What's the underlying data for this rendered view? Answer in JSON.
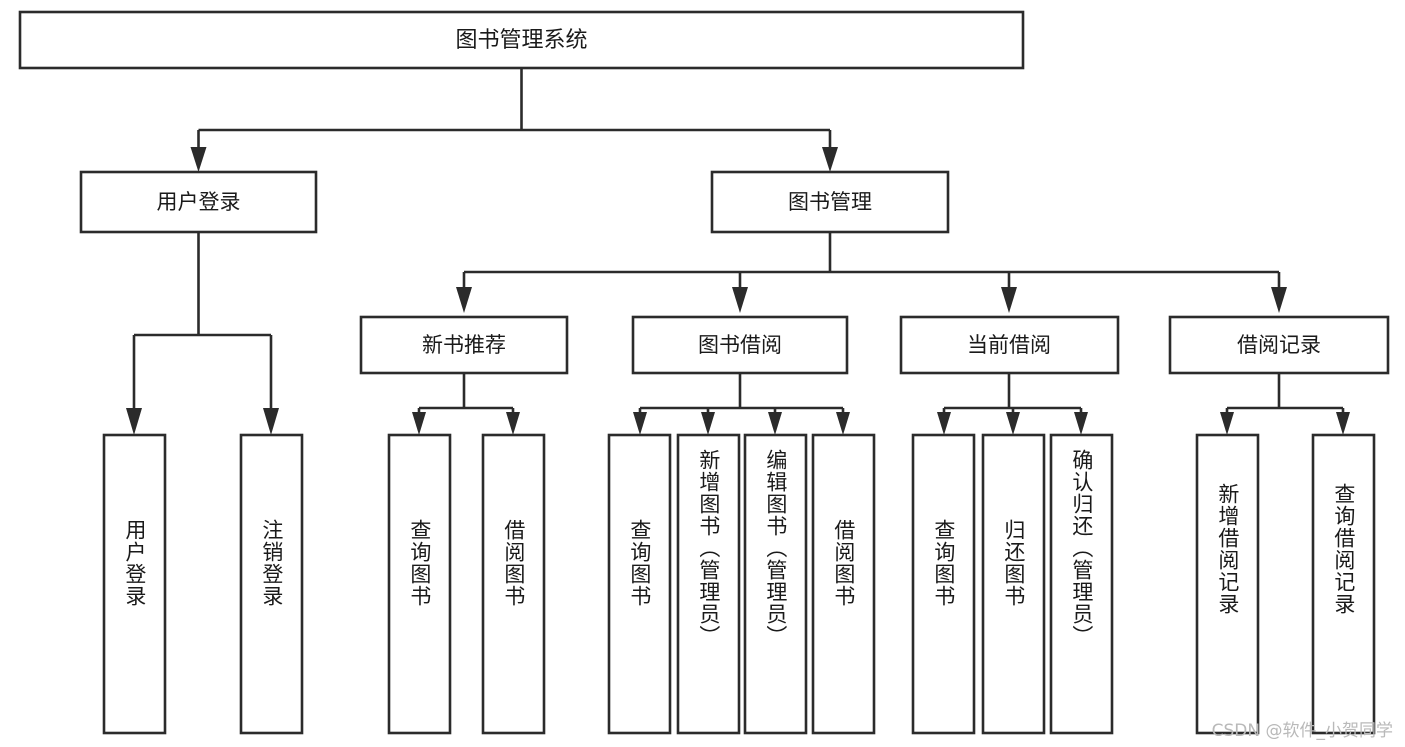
{
  "diagram": {
    "type": "tree-hierarchy",
    "title_node": {
      "id": "root",
      "label": "图书管理系统",
      "orientation": "horizontal"
    },
    "level2": [
      {
        "id": "user-login",
        "label": "用户登录",
        "orientation": "horizontal"
      },
      {
        "id": "book-manage",
        "label": "图书管理",
        "orientation": "horizontal"
      }
    ],
    "level3": [
      {
        "id": "new-book-recommend",
        "label": "新书推荐",
        "orientation": "horizontal"
      },
      {
        "id": "book-borrow",
        "label": "图书借阅",
        "orientation": "horizontal"
      },
      {
        "id": "current-borrow",
        "label": "当前借阅",
        "orientation": "horizontal"
      },
      {
        "id": "borrow-record",
        "label": "借阅记录",
        "orientation": "horizontal"
      }
    ],
    "leaves": {
      "user_login": [
        {
          "id": "leaf-user-login",
          "label": "用户登录"
        },
        {
          "id": "leaf-logout-login",
          "label": "注销登录"
        }
      ],
      "new_book_recommend": [
        {
          "id": "leaf-query-book-1",
          "label": "查询图书"
        },
        {
          "id": "leaf-borrow-book-1",
          "label": "借阅图书"
        }
      ],
      "book_borrow": [
        {
          "id": "leaf-query-book-2",
          "label": "查询图书"
        },
        {
          "id": "leaf-add-book",
          "label": "新增图书（管理员）"
        },
        {
          "id": "leaf-edit-book",
          "label": "编辑图书（管理员）"
        },
        {
          "id": "leaf-borrow-book-2",
          "label": "借阅图书"
        }
      ],
      "current_borrow": [
        {
          "id": "leaf-query-book-3",
          "label": "查询图书"
        },
        {
          "id": "leaf-return-book",
          "label": "归还图书"
        },
        {
          "id": "leaf-confirm-return",
          "label": "确认归还（管理员）"
        }
      ],
      "borrow_record": [
        {
          "id": "leaf-add-record",
          "label": "新增借阅记录"
        },
        {
          "id": "leaf-query-record",
          "label": "查询借阅记录"
        }
      ]
    },
    "colors": {
      "box_fill": "#ffffff",
      "box_stroke": "#2b2b2b",
      "text": "#1a1a1a",
      "background": "#ffffff",
      "watermark": "#b9b9b9"
    }
  },
  "watermark": {
    "text": "CSDN @软件_小贺同学"
  }
}
